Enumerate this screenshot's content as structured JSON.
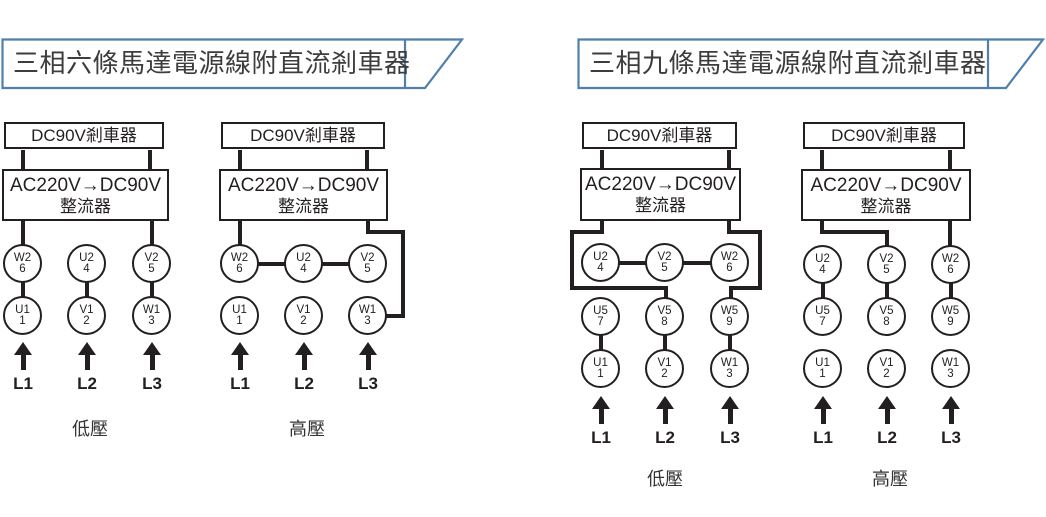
{
  "colors": {
    "ink": "#231f20",
    "banner_border": "#4f7fad",
    "banner_text": "#3d3d3d",
    "background": "#ffffff"
  },
  "panels": [
    {
      "title": "三相六條馬達電源線附直流剎車器",
      "diagrams": [
        {
          "id": "six-wire-low-voltage",
          "brake_label": "DC90V剎車器",
          "rectifier_label_line1": "AC220V→DC90V",
          "rectifier_label_line2": "整流器",
          "terminals": {
            "row1": [
              {
                "label": "W2",
                "num": "6"
              },
              {
                "label": "U2",
                "num": "4"
              },
              {
                "label": "V2",
                "num": "5"
              }
            ],
            "row2": [
              {
                "label": "U1",
                "num": "1"
              },
              {
                "label": "V1",
                "num": "2"
              },
              {
                "label": "W1",
                "num": "3"
              }
            ]
          },
          "line_inputs": [
            "L1",
            "L2",
            "L3"
          ],
          "voltage_label": "低壓"
        },
        {
          "id": "six-wire-high-voltage",
          "brake_label": "DC90V剎車器",
          "rectifier_label_line1": "AC220V→DC90V",
          "rectifier_label_line2": "整流器",
          "terminals": {
            "row1": [
              {
                "label": "W2",
                "num": "6"
              },
              {
                "label": "U2",
                "num": "4"
              },
              {
                "label": "V2",
                "num": "5"
              }
            ],
            "row2": [
              {
                "label": "U1",
                "num": "1"
              },
              {
                "label": "V1",
                "num": "2"
              },
              {
                "label": "W1",
                "num": "3"
              }
            ]
          },
          "line_inputs": [
            "L1",
            "L2",
            "L3"
          ],
          "voltage_label": "高壓"
        }
      ]
    },
    {
      "title": "三相九條馬達電源線附直流剎車器",
      "diagrams": [
        {
          "id": "nine-wire-low-voltage",
          "brake_label": "DC90V剎車器",
          "rectifier_label_line1": "AC220V→DC90V",
          "rectifier_label_line2": "整流器",
          "terminals": {
            "row1": [
              {
                "label": "U2",
                "num": "4"
              },
              {
                "label": "V2",
                "num": "5"
              },
              {
                "label": "W2",
                "num": "6"
              }
            ],
            "row2": [
              {
                "label": "U5",
                "num": "7"
              },
              {
                "label": "V5",
                "num": "8"
              },
              {
                "label": "W5",
                "num": "9"
              }
            ],
            "row3": [
              {
                "label": "U1",
                "num": "1"
              },
              {
                "label": "V1",
                "num": "2"
              },
              {
                "label": "W1",
                "num": "3"
              }
            ]
          },
          "line_inputs": [
            "L1",
            "L2",
            "L3"
          ],
          "voltage_label": "低壓"
        },
        {
          "id": "nine-wire-high-voltage",
          "brake_label": "DC90V剎車器",
          "rectifier_label_line1": "AC220V→DC90V",
          "rectifier_label_line2": "整流器",
          "terminals": {
            "row1": [
              {
                "label": "U2",
                "num": "4"
              },
              {
                "label": "V2",
                "num": "5"
              },
              {
                "label": "W2",
                "num": "6"
              }
            ],
            "row2": [
              {
                "label": "U5",
                "num": "7"
              },
              {
                "label": "V5",
                "num": "8"
              },
              {
                "label": "W5",
                "num": "9"
              }
            ],
            "row3": [
              {
                "label": "U1",
                "num": "1"
              },
              {
                "label": "V1",
                "num": "2"
              },
              {
                "label": "W1",
                "num": "3"
              }
            ]
          },
          "line_inputs": [
            "L1",
            "L2",
            "L3"
          ],
          "voltage_label": "高壓"
        }
      ]
    }
  ]
}
